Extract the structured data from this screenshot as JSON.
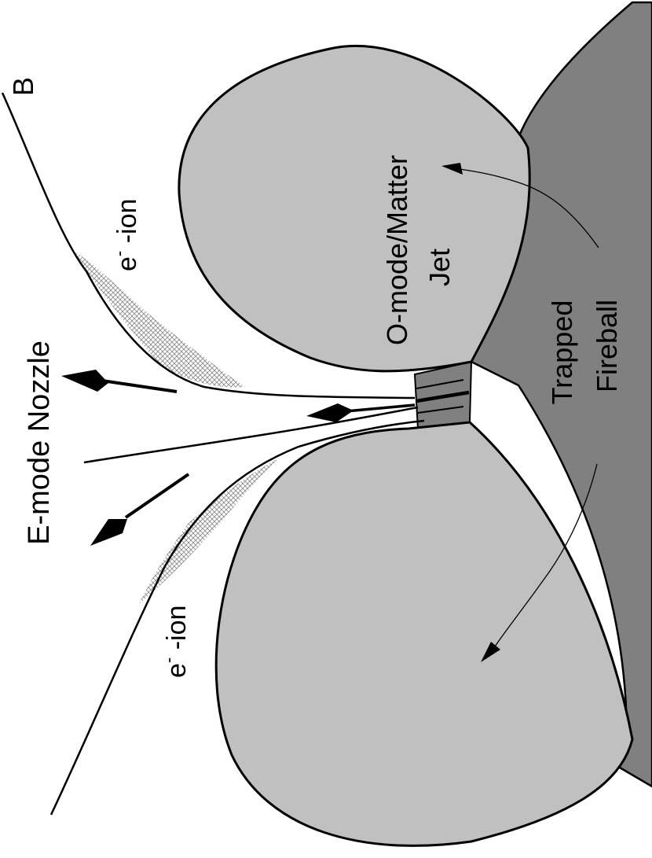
{
  "labels": {
    "field_line": "B",
    "nozzle": "E-mode Nozzle",
    "jet_line1": "O-mode/Matter",
    "jet_line2": "Jet",
    "fireball_line1": "Trapped",
    "fireball_line2": "Fireball",
    "ion_upper_base": "e",
    "ion_upper_sup": "-",
    "ion_upper_rest": " -ion",
    "ion_lower_base": "e",
    "ion_lower_sup": "-",
    "ion_lower_rest": " -ion"
  },
  "colors": {
    "background": "#ffffff",
    "fireball": "#808080",
    "lobe": "#c0c0c0",
    "hatch": "#8c8c8c",
    "stroke": "#000000"
  }
}
